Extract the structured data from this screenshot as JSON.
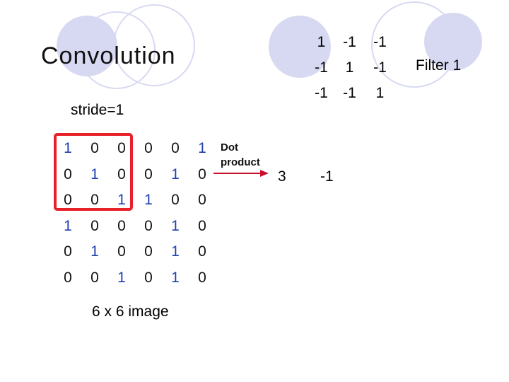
{
  "slide": {
    "title": "Convolution",
    "stride": "stride=1",
    "filter_label": "Filter 1",
    "dot_label_line1": "Dot",
    "dot_label_line2": "product",
    "image_caption": "6 x 6 image"
  },
  "filter": [
    [
      "1",
      "-1",
      "-1"
    ],
    [
      "-1",
      "1",
      "-1"
    ],
    [
      "-1",
      "-1",
      "1"
    ]
  ],
  "image": [
    [
      "1",
      "0",
      "0",
      "0",
      "0",
      "1"
    ],
    [
      "0",
      "1",
      "0",
      "0",
      "1",
      "0"
    ],
    [
      "0",
      "0",
      "1",
      "1",
      "0",
      "0"
    ],
    [
      "1",
      "0",
      "0",
      "0",
      "1",
      "0"
    ],
    [
      "0",
      "1",
      "0",
      "0",
      "1",
      "0"
    ],
    [
      "0",
      "0",
      "1",
      "0",
      "1",
      "0"
    ]
  ],
  "outputs": [
    "3",
    "-1"
  ],
  "colors": {
    "one_digit": "#1f3fb0",
    "zero_digit": "#111111",
    "highlight": "#e8202a",
    "arrow": "#c8102e",
    "decoration": "#d7d9f2"
  }
}
